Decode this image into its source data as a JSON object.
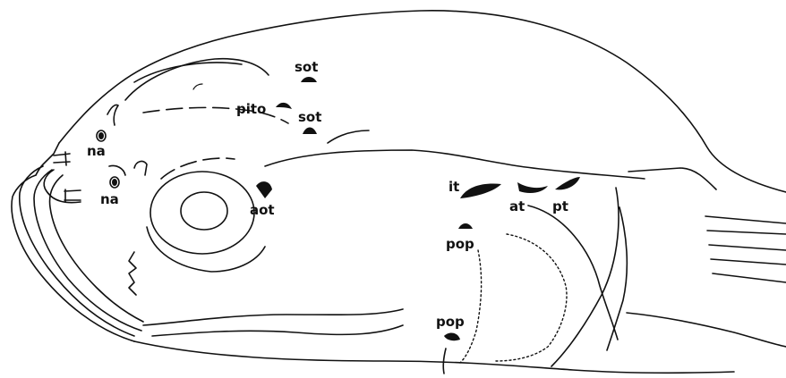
{
  "labels": {
    "sot_upper": "sot",
    "pito": "pito",
    "sot_lower": "sot",
    "na_upper": "na",
    "na_lower": "na",
    "aot": "aot",
    "it": "it",
    "at": "at",
    "pt": "pt",
    "pop_upper": "pop",
    "pop_lower": "pop"
  }
}
